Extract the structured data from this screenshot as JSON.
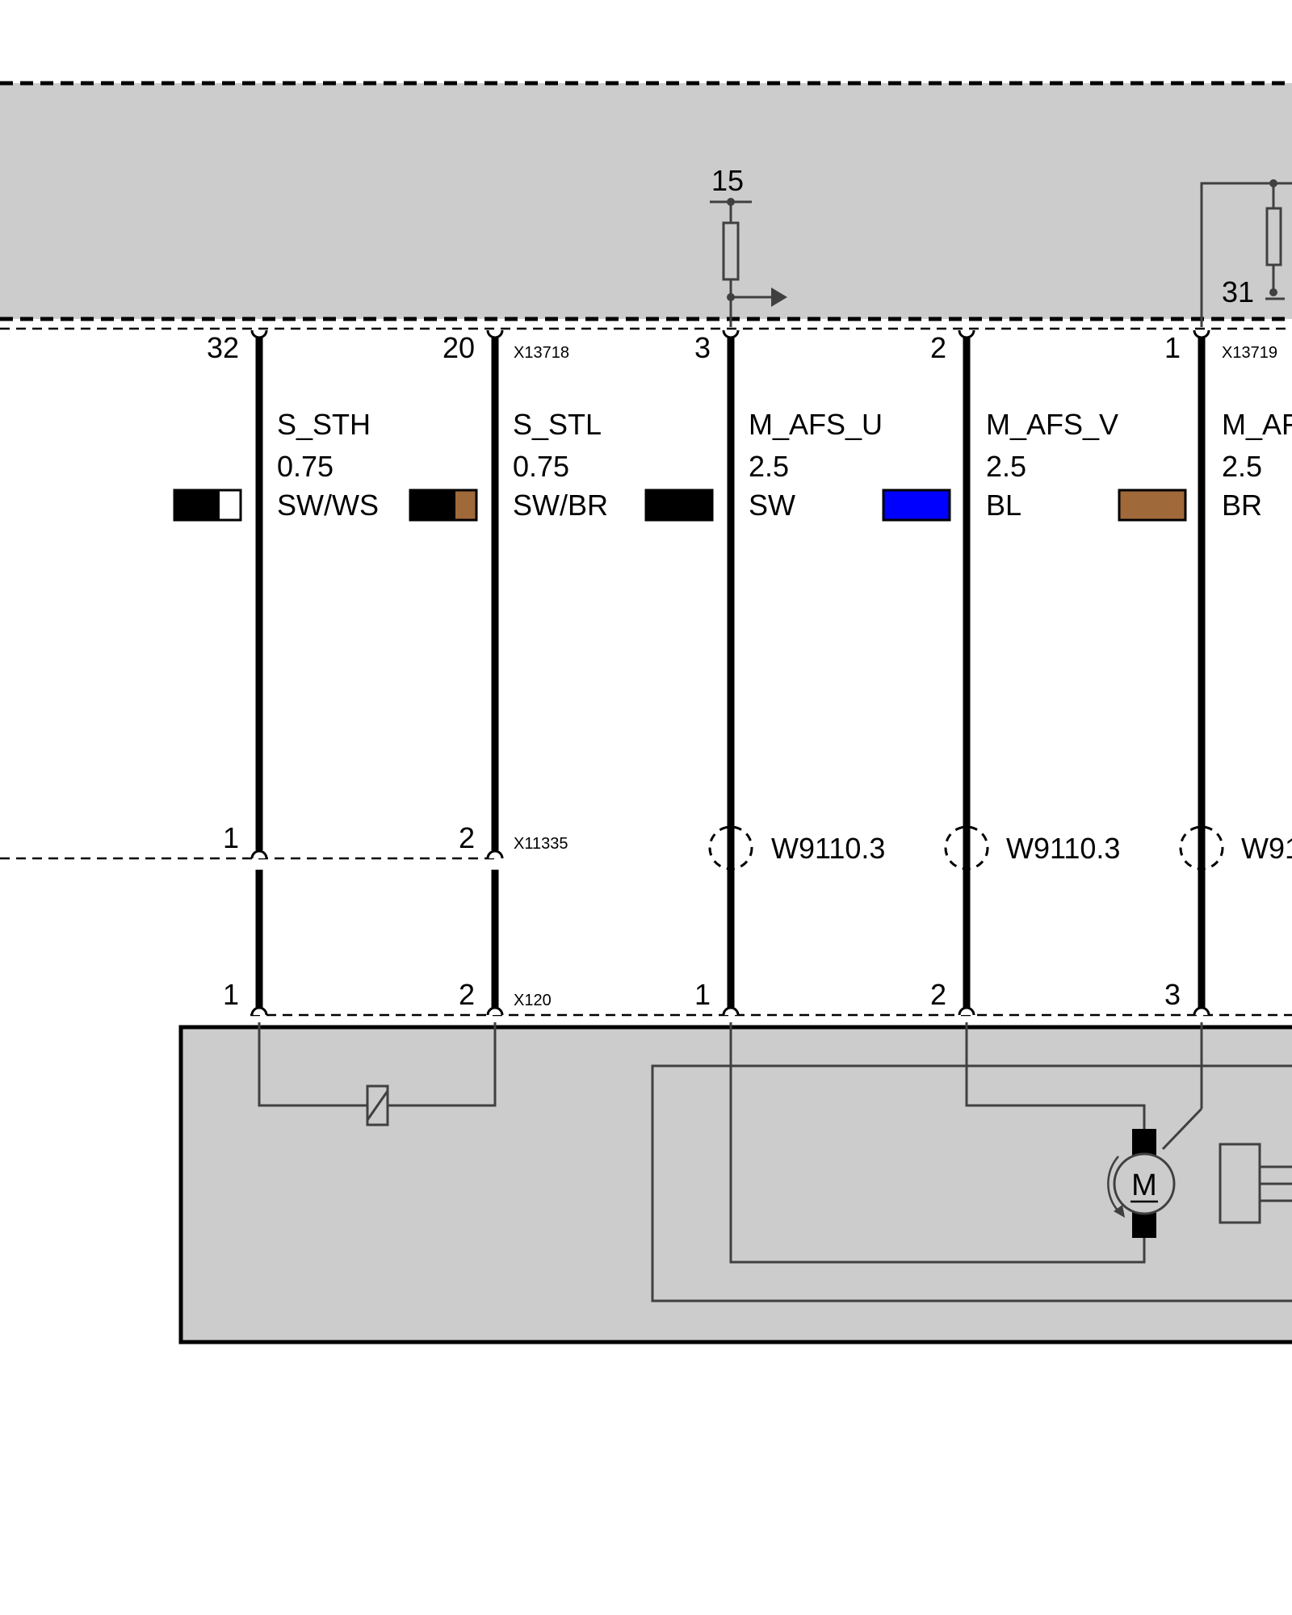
{
  "colors": {
    "module_fill": "#cccccc",
    "wire": "#000000",
    "thin_line": "#404040",
    "black": "#000000",
    "white": "#ffffff",
    "brown": "#a0693a",
    "blue": "#0000ff"
  },
  "top_module": {
    "supply_label": "15",
    "ground_label": "31"
  },
  "top_connectors": [
    {
      "id": "X13718"
    },
    {
      "id": "X13719"
    }
  ],
  "middle_connectors": [
    {
      "id": "X11335"
    }
  ],
  "bottom_connectors": [
    {
      "id": "X120"
    }
  ],
  "wires": [
    {
      "signal": "S_STH",
      "cross_section": "0.75",
      "color_code": "SW/WS",
      "swatch": [
        "black",
        "white"
      ],
      "top_pin": "32",
      "mid_pin": "1",
      "bottom_pin": "1"
    },
    {
      "signal": "S_STL",
      "cross_section": "0.75",
      "color_code": "SW/BR",
      "swatch": [
        "black",
        "brown"
      ],
      "top_pin": "20",
      "mid_pin": "2",
      "bottom_pin": "2"
    },
    {
      "signal": "M_AFS_U",
      "cross_section": "2.5",
      "color_code": "SW",
      "swatch": [
        "black"
      ],
      "top_pin": "3",
      "splice": "W9110.3",
      "bottom_pin": "1"
    },
    {
      "signal": "M_AFS_V",
      "cross_section": "2.5",
      "color_code": "BL",
      "swatch": [
        "blue"
      ],
      "top_pin": "2",
      "splice": "W9110.3",
      "bottom_pin": "2"
    },
    {
      "signal": "M_AF",
      "cross_section": "2.5",
      "color_code": "BR",
      "swatch": [
        "brown"
      ],
      "top_pin": "1",
      "splice": "W91",
      "bottom_pin": "3"
    }
  ],
  "bottom_module": {
    "motor_label": "M"
  },
  "icons": [
    "motor-icon",
    "resistor-icon",
    "sensor-coil-icon",
    "splice-icon",
    "arrow-icon"
  ]
}
